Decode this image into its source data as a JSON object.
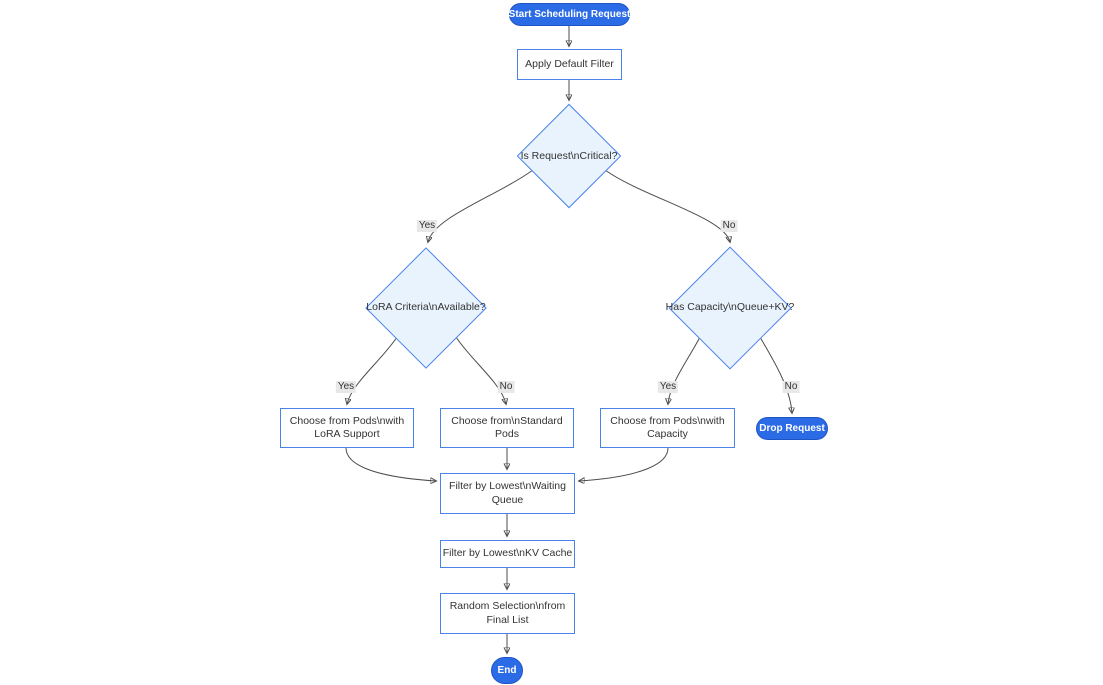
{
  "diagram": {
    "type": "flowchart",
    "direction": "top-down",
    "nodes": {
      "start": {
        "shape": "pill",
        "label": "Start Scheduling Request"
      },
      "apply_filter": {
        "shape": "rect",
        "lines": [
          "Apply Default Filter"
        ]
      },
      "is_critical": {
        "shape": "diamond",
        "lines": [
          "Is Request\\nCritical?"
        ]
      },
      "lora_available": {
        "shape": "diamond",
        "lines": [
          "LoRA Criteria\\nAvailable?"
        ]
      },
      "has_capacity": {
        "shape": "diamond",
        "lines": [
          "Has Capacity\\nQueue+KV?"
        ]
      },
      "pods_lora": {
        "shape": "rect",
        "lines": [
          "Choose from Pods\\nwith",
          "LoRA Support"
        ]
      },
      "pods_standard": {
        "shape": "rect",
        "lines": [
          "Choose from\\nStandard",
          "Pods"
        ]
      },
      "pods_capacity": {
        "shape": "rect",
        "lines": [
          "Choose from Pods\\nwith",
          "Capacity"
        ]
      },
      "drop_request": {
        "shape": "pill",
        "label": "Drop Request"
      },
      "filter_queue": {
        "shape": "rect",
        "lines": [
          "Filter by Lowest\\nWaiting",
          "Queue"
        ]
      },
      "filter_kv": {
        "shape": "rect",
        "lines": [
          "Filter by Lowest\\nKV Cache"
        ]
      },
      "random_selection": {
        "shape": "rect",
        "lines": [
          "Random Selection\\nfrom",
          "Final List"
        ]
      },
      "end": {
        "shape": "pill",
        "label": "End"
      }
    },
    "edge_labels": {
      "critical_yes": "Yes",
      "critical_no": "No",
      "lora_yes": "Yes",
      "lora_no": "No",
      "capacity_yes": "Yes",
      "capacity_no": "No"
    },
    "colors": {
      "pill_fill": "#2b6be6",
      "pill_border": "#1e55c5",
      "pill_text": "#ffffff",
      "diamond_fill": "#e9f3fd",
      "node_border": "#4a82ea",
      "node_fill": "#ffffff",
      "edge": "#4d4d4d",
      "edge_label_bg": "#e8e8e8",
      "text": "#333333",
      "background": "#ffffff"
    }
  }
}
